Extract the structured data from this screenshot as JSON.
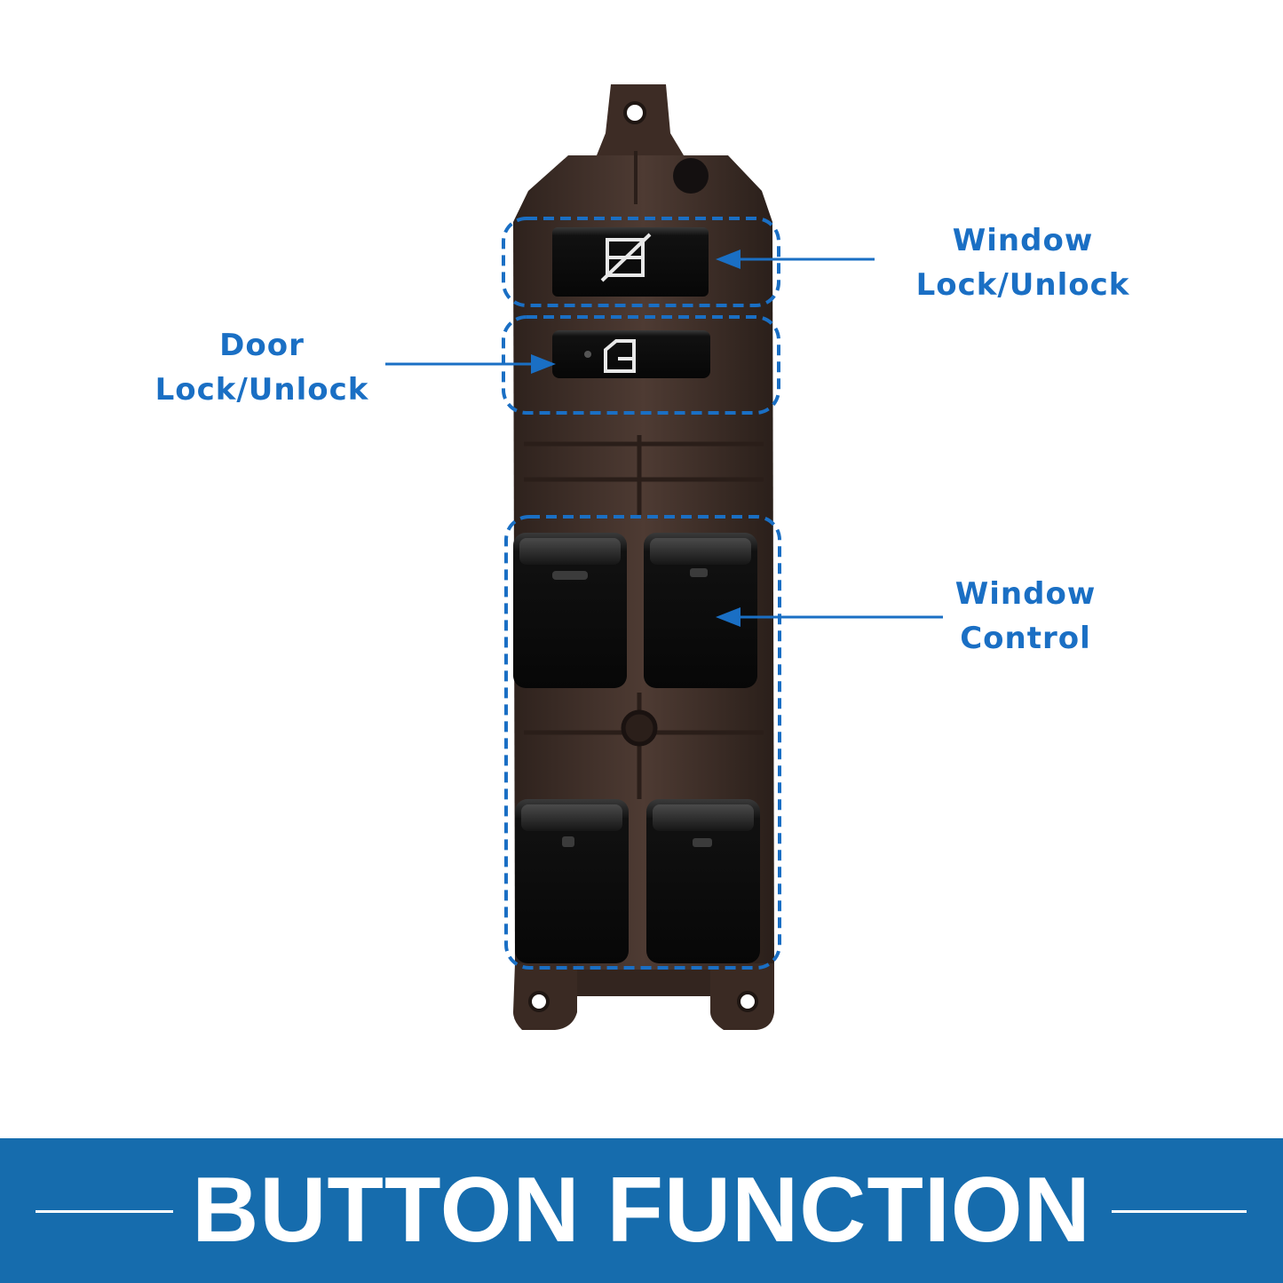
{
  "callouts": {
    "window_lock": {
      "line1": "Window",
      "line2": "Lock/Unlock"
    },
    "door_lock": {
      "line1": "Door",
      "line2": "Lock/Unlock"
    },
    "window_control": {
      "line1": "Window",
      "line2": "Control"
    }
  },
  "banner": {
    "title": "BUTTON FUNCTION"
  },
  "colors": {
    "accent_blue": "#1a6fc4",
    "banner_blue": "#166cad",
    "housing_brown": "#4a3730",
    "switch_black": "#121212"
  },
  "icons": [
    "window-lock-icon",
    "door-lock-icon"
  ]
}
